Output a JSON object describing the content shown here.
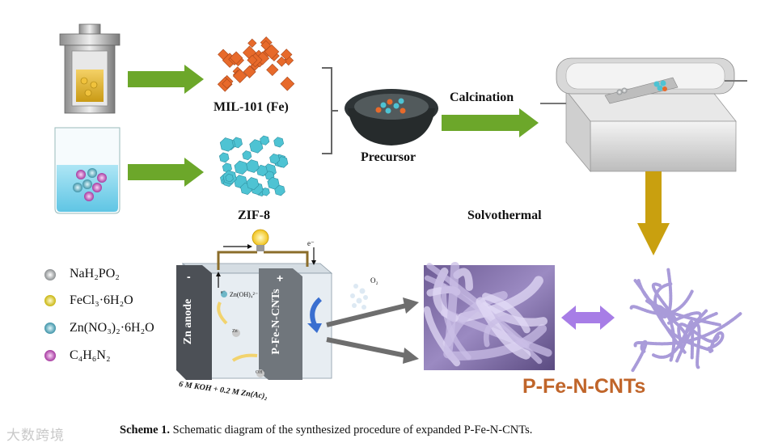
{
  "labels": {
    "mil101": "MIL-101 (Fe)",
    "zif8": "ZIF-8",
    "precursor": "Precursor",
    "calcination": "Calcination",
    "solvothermal": "Solvothermal",
    "product": "P-Fe-N-CNTs"
  },
  "battery": {
    "anode": "Zn anode",
    "cathode": "P-Fe-N-CNTs",
    "minus": "-",
    "plus": "+",
    "electrolyte": "6 M KOH + 0.2 M Zn(Ac)₂",
    "electron": "e⁻",
    "species_zinc_complex": "Zn(OH)₄²⁻",
    "species_zn": "Zn",
    "species_oh": "OH⁻",
    "species_e": "e⁻",
    "o2": "O₂"
  },
  "legend": [
    {
      "formula": "NaH₂PO₂",
      "color": "#b9bdbf"
    },
    {
      "formula": "FeCl₃·6H₂O",
      "color": "#e6d41a"
    },
    {
      "formula": "Zn(NO₃)₂·6H₂O",
      "color": "#5fb0c4"
    },
    {
      "formula": "C₄H₆N₂",
      "color": "#c651c0"
    }
  ],
  "caption": {
    "label": "Scheme 1.",
    "text": "Schematic diagram of the synthesized procedure of expanded P-Fe-N-CNTs."
  },
  "watermark": "大数跨境",
  "colors": {
    "arrow_green": "#6ca72a",
    "arrow_gold": "#c9a00f",
    "arrow_gray": "#6e6e6e",
    "arrow_purple": "#a77de6",
    "mil_orange": "#e76a2b",
    "zif_cyan": "#4ec3d3",
    "product_orange": "#c0652a"
  }
}
